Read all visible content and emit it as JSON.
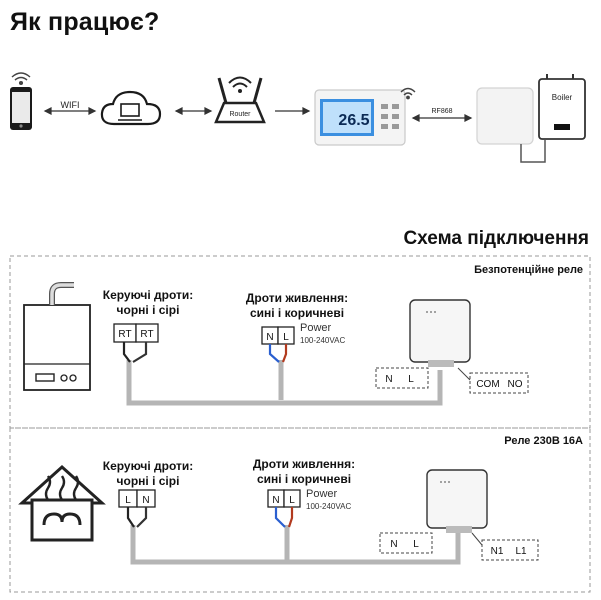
{
  "page": {
    "title": "Як працює?",
    "wiring_title": "Схема підключення"
  },
  "flow": {
    "wifi_label": "WIFI",
    "router_label": "Router",
    "rf_label": "RF868",
    "thermostat_reading": "26.5",
    "boiler_label": "Boiler"
  },
  "section_top": {
    "title": "Безпотенційне реле",
    "control_label_1": "Керуючі дроти:",
    "control_label_2": "чорні і сірі",
    "power_label_1": "Дроти живлення:",
    "power_label_2": "сині і коричневі",
    "term_control_a": "RT",
    "term_control_b": "RT",
    "term_power_n": "N",
    "term_power_l": "L",
    "power_word": "Power",
    "power_range": "100-240VAC",
    "relay_in_n": "N",
    "relay_in_l": "L",
    "relay_out_a": "COM",
    "relay_out_b": "NO"
  },
  "section_bottom": {
    "title": "Реле 230В 16А",
    "control_label_1": "Керуючі дроти:",
    "control_label_2": "чорні і сірі",
    "power_label_1": "Дроти живлення:",
    "power_label_2": "сині і коричневі",
    "term_control_a": "L",
    "term_control_b": "N",
    "term_power_n": "N",
    "term_power_l": "L",
    "power_word": "Power",
    "power_range": "100-240VAC",
    "relay_in_n": "N",
    "relay_in_l": "L",
    "relay_out_a": "N1",
    "relay_out_b": "L1"
  },
  "colors": {
    "wire_grey": "#b5b5b5",
    "wire_blue": "#2a5fd0",
    "wire_brown": "#b23a1e",
    "wire_black": "#222222",
    "lcd_blue": "#3b8fe0"
  }
}
